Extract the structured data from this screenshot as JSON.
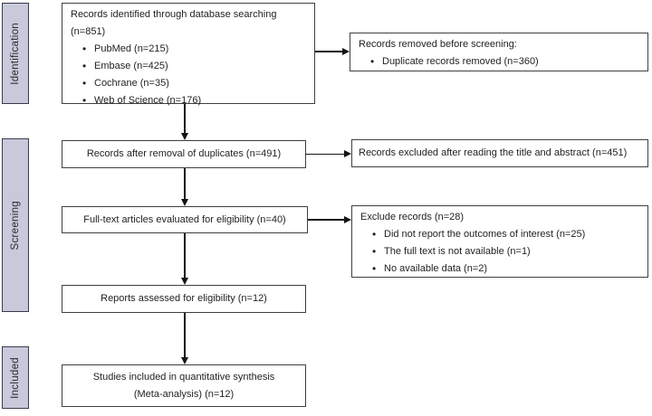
{
  "stages": {
    "identification": "Identification",
    "screening": "Screening",
    "included": "Included"
  },
  "boxes": {
    "identified": {
      "title": "Records identified through database searching (n=851)",
      "bullets": [
        "PubMed (n=215)",
        "Embase (n=425)",
        "Cochrane (n=35)",
        "Web of Science (n=176)"
      ]
    },
    "removed_before_screening": {
      "title": "Records removed before screening:",
      "bullets": [
        "Duplicate records removed (n=360)"
      ]
    },
    "after_duplicates": {
      "text": "Records after removal of duplicates (n=491)"
    },
    "excluded_title_abstract": {
      "text": "Records excluded after reading the title and abstract (n=451)"
    },
    "fulltext_evaluated": {
      "text": "Full-text articles evaluated for eligibility (n=40)"
    },
    "excluded_fulltext": {
      "title": "Exclude records (n=28)",
      "bullets": [
        "Did not report the outcomes of interest (n=25)",
        "The full text is not available (n=1)",
        "No available data (n=2)"
      ]
    },
    "reports_assessed": {
      "text": "Reports assessed for eligibility (n=12)"
    },
    "included_synthesis": {
      "line1": "Studies included in quantitative synthesis",
      "line2": "(Meta-analysis) (n=12)"
    }
  },
  "colors": {
    "stage_fill": "#c8c9da",
    "stage_border": "#3a3a48",
    "box_border": "#3f3f3f",
    "arrow": "#141414",
    "background": "#ffffff"
  }
}
